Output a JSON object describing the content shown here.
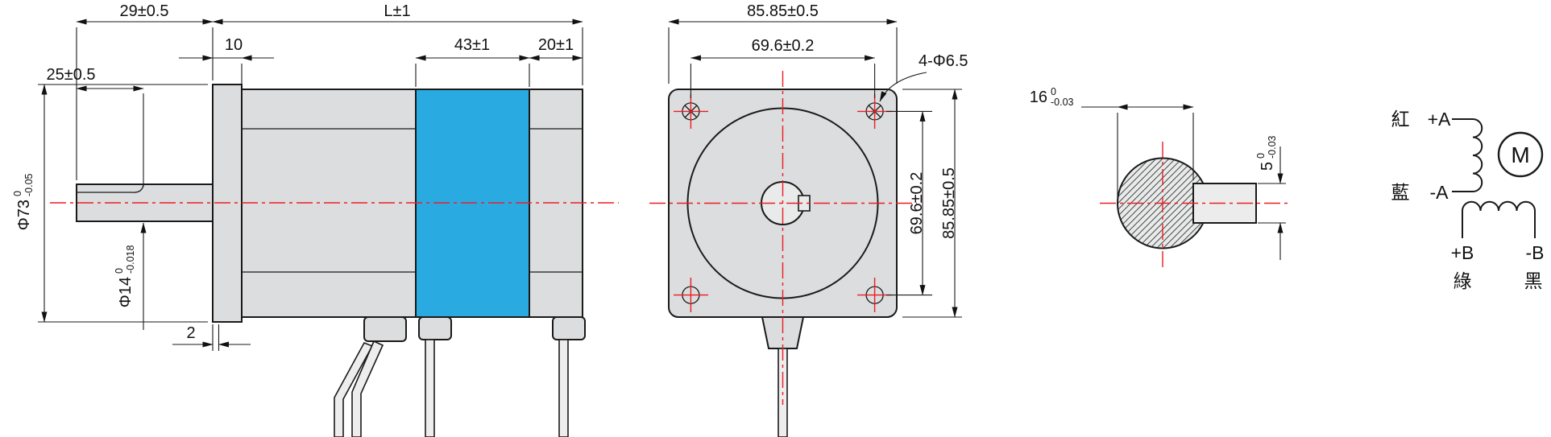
{
  "title": "stepper-motor-dimension-drawing",
  "colors": {
    "highlight_blue": "#29ABE2",
    "centerline_red": "#EC1C24",
    "body_fill": "#DCDDDE",
    "line_black": "#1A1A1A"
  },
  "side_view": {
    "dim_shaft_length": "29±0.5",
    "dim_body_length": "L±1",
    "dim_flange_thickness": "10",
    "dim_mid_section": "43±1",
    "dim_rear_section": "20±1",
    "dim_flat_length": "25±0.5",
    "dim_pilot_dia": {
      "value": "Φ73",
      "tol_upper": "0",
      "tol_lower": "-0.05"
    },
    "dim_shaft_dia": {
      "value": "Φ14",
      "tol_upper": "0",
      "tol_lower": "-0.018"
    },
    "dim_boss_height": "2"
  },
  "front_view": {
    "dim_width": "85.85±0.5",
    "dim_hole_span_h": "69.6±0.2",
    "dim_holes": "4-Φ6.5",
    "dim_hole_span_v": "69.6±0.2",
    "dim_height": "85.85±0.5"
  },
  "shaft_detail": {
    "dim_across_flat": {
      "value": "16",
      "tol_upper": "0",
      "tol_lower": "-0.03"
    },
    "dim_key_height": {
      "value": "5",
      "tol_upper": "0",
      "tol_lower": "-0.03"
    }
  },
  "wiring": {
    "lead_a_pos": "+A",
    "lead_a_neg": "-A",
    "lead_b_pos": "+B",
    "lead_b_neg": "-B",
    "color_a_pos": "紅",
    "color_a_neg": "藍",
    "color_b_pos": "綠",
    "color_b_neg": "黑",
    "motor_symbol": "M"
  }
}
